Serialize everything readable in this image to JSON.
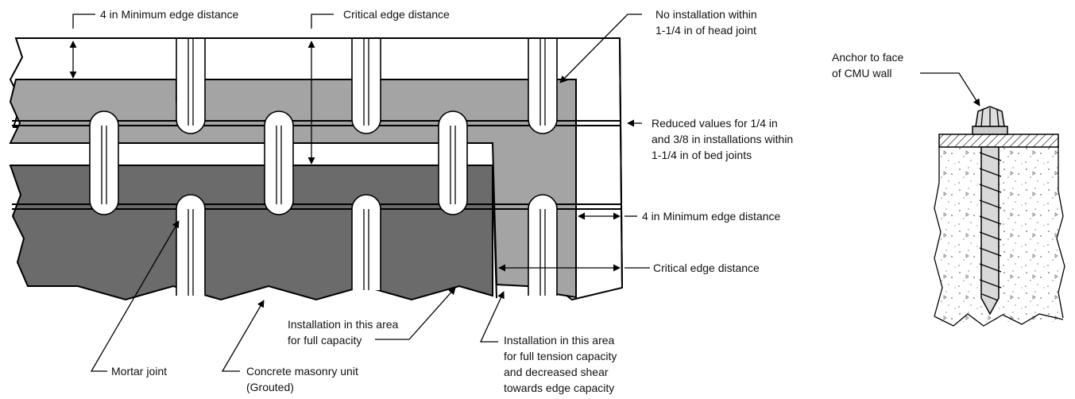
{
  "labels": {
    "min_edge_top": "4 in Minimum edge distance",
    "critical_edge_top": "Critical edge distance",
    "no_install_l1": "No installation within",
    "no_install_l2": "1-1/4 in of head joint",
    "reduced_l1": "Reduced values for 1/4 in",
    "reduced_l2": "and 3/8 in installations within",
    "reduced_l3": "1-1/4 in of bed joints",
    "min_edge_right": "4 in Minimum edge distance",
    "critical_edge_right": "Critical edge distance",
    "full_cap_l1": "Installation in this area",
    "full_cap_l2": "for full capacity",
    "tension_l1": "Installation in this area",
    "tension_l2": "for full tension capacity",
    "tension_l3": "and decreased shear",
    "tension_l4": "towards edge capacity",
    "mortar": "Mortar joint",
    "cmu_l1": "Concrete masonry unit",
    "cmu_l2": "(Grouted)",
    "anchor_l1": "Anchor to face",
    "anchor_l2": "of CMU wall"
  },
  "colors": {
    "light_gray": "#a4a4a4",
    "dark_gray": "#6b6b6b",
    "outline": "#000000",
    "background": "#ffffff"
  }
}
